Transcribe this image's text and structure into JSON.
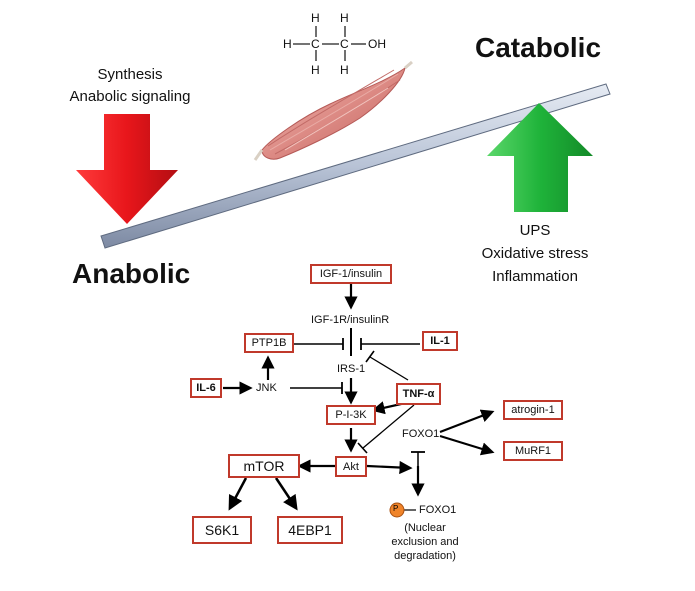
{
  "scale": {
    "left_heading": "Anabolic",
    "right_heading": "Catabolic",
    "left_caption_line1": "Synthesis",
    "left_caption_line2": "Anabolic signaling",
    "right_caption_line1": "UPS",
    "right_caption_line2": "Oxidative stress",
    "right_caption_line3": "Inflammation"
  },
  "molecule": {
    "atom_h": "H",
    "atom_c": "C",
    "atom_oh": "OH"
  },
  "pathway": {
    "igf": "IGF-1/insulin",
    "receptor": "IGF-1R/insulinR",
    "ptp1b": "PTP1B",
    "il1": "IL-1",
    "irs1": "IRS-1",
    "il6": "IL-6",
    "jnk": "JNK",
    "tnfa": "TNF-α",
    "pi3k": "P-I-3K",
    "foxo1": "FOXO1",
    "atrogin": "atrogin-1",
    "murf1": "MuRF1",
    "mtor": "mTOR",
    "akt": "Akt",
    "s6k1": "S6K1",
    "ebp1": "4EBP1",
    "p_circle": "P",
    "foxo1_p": "FOXO1",
    "nuclear_line1": "(Nuclear",
    "nuclear_line2": "exclusion and",
    "nuclear_line3": "degradation)"
  },
  "colors": {
    "red_arrow": "#e8161b",
    "green_arrow": "#1fb33a",
    "box_border": "#c0392b",
    "phospho": "#f0842a"
  },
  "icons": [
    "muscle-illustration",
    "ethanol-structure",
    "down-arrow-red",
    "up-arrow-green",
    "balance-beam"
  ]
}
